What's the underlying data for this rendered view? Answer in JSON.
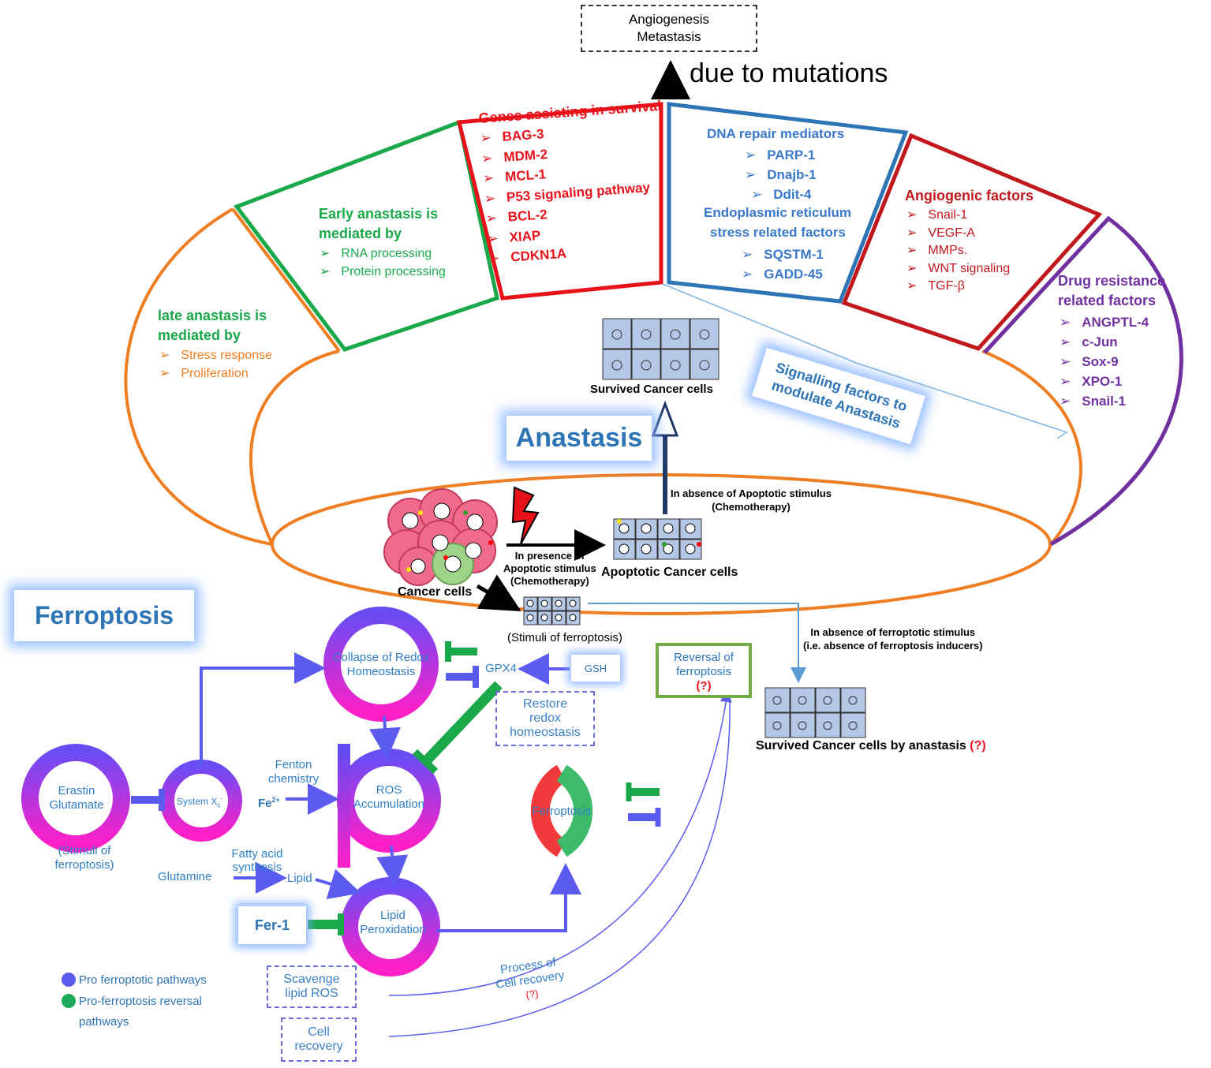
{
  "top_box": {
    "line1": "Angiogenesis",
    "line2": "Metastasis"
  },
  "due_to_mutations": "due to mutations",
  "panels": {
    "late": {
      "heading1": "late anastasis is",
      "heading2": "mediated by",
      "items": [
        "Stress response",
        "Proliferation"
      ],
      "heading_color": "#1aa84a",
      "item_color": "#ef7d22"
    },
    "early": {
      "heading1": "Early anastasis is",
      "heading2": "mediated by",
      "items": [
        "RNA processing",
        "Protein processing"
      ],
      "color": "#1aa84a"
    },
    "survival": {
      "heading": "Genes assisting in survival",
      "items": [
        "BAG-3",
        "MDM-2",
        "MCL-1",
        "P53 signaling pathway",
        "BCL-2",
        "XIAP",
        "CDKN1A"
      ],
      "color": "#e8131a"
    },
    "dna": {
      "heading": "DNA repair mediators",
      "items": [
        "PARP-1",
        "Dnajb-1",
        "Ddit-4"
      ],
      "heading2a": "Endoplasmic reticulum",
      "heading2b": "stress related factors",
      "items2": [
        "SQSTM-1",
        "GADD-45"
      ],
      "color": "#3a78c9"
    },
    "angio": {
      "heading": "Angiogenic factors",
      "items": [
        "Snail-1",
        "VEGF-A",
        "MMPs.",
        "WNT signaling",
        "TGF-β"
      ],
      "color": "#c0181c"
    },
    "drug": {
      "heading1": "Drug resistance",
      "heading2": "related factors",
      "items": [
        "ANGPTL-4",
        "c-Jun",
        "Sox-9",
        "XPO-1",
        "Snail-1"
      ],
      "color": "#7030a0"
    }
  },
  "survived_cells_label": "Survived Cancer cells",
  "signalling_label": {
    "line1": "Signalling factors to",
    "line2": "modulate Anastasis"
  },
  "anastasis_label": "Anastasis",
  "absence_apoptotic": {
    "line1": "In absence of Apoptotic stimulus",
    "line2": "(Chemotherapy)"
  },
  "presence_apoptotic": {
    "line1": "In presence of",
    "line2": "Apoptotic stimulus",
    "line3": "(Chemotherapy)"
  },
  "apoptotic_cells_label": "Apoptotic Cancer cells",
  "cancer_cells_label": "Cancer cells",
  "stimuli_ferroptosis_label": "(Stimuli of ferroptosis)",
  "absence_ferroptotic": {
    "line1": "In absence of ferroptotic stimulus",
    "line2": "(i.e. absence of ferroptosis inducers)"
  },
  "survived_by_anastasis": {
    "text": "Survived Cancer cells by anastasis",
    "mark": "(?)"
  },
  "ferroptosis_title": "Ferroptosis",
  "nodes": {
    "collapse": {
      "line1": "Collapse of Redox",
      "line2": "Homeostasis"
    },
    "gpx4": "GPX4",
    "gsh": "GSH",
    "restore": {
      "line1": "Restore",
      "line2": "redox",
      "line3": "homeostasis"
    },
    "reversal": {
      "line1": "Reversal of",
      "line2": "ferroptosis",
      "mark": "(?)"
    },
    "erastin": {
      "line1": "Erastin",
      "line2": "Glutamate"
    },
    "stimuli": {
      "line1": "(Stimuli of",
      "line2": "ferroptosis)"
    },
    "system": "System X",
    "system_sub": "c",
    "system_sup": "-",
    "fenton": {
      "line1": "Fenton",
      "line2": "chemistry"
    },
    "fe": "Fe",
    "fe_sup": "2+",
    "ros": {
      "line1": "ROS",
      "line2": "Accumulation"
    },
    "ferroptosis_ring": "Ferroptosis",
    "glutamine": "Glutamine",
    "fatty": {
      "line1": "Fatty acid",
      "line2": "synthesis"
    },
    "lipid": "Lipid",
    "lipid_perox": {
      "line1": "Lipid",
      "line2": "Peroxidation"
    },
    "fer1": "Fer-1",
    "scavenge": {
      "line1": "Scavenge",
      "line2": "lipid ROS"
    },
    "cell_recovery": {
      "line1": "Cell",
      "line2": "recovery"
    },
    "process": {
      "line1": "Process of",
      "line2": "Cell recovery",
      "mark": "(?)"
    }
  },
  "legend": {
    "pro": "Pro ferroptotic pathways",
    "reversal1": "Pro-ferroptosis reversal",
    "reversal2": "pathways",
    "pro_color": "#5b5bf0",
    "reversal_color": "#1faa5a"
  },
  "colors": {
    "orange": "#ef7d22",
    "green": "#1aa84a",
    "red": "#e8131a",
    "blue": "#2e75b6",
    "darkred": "#c0181c",
    "purple": "#7030a0",
    "pro_arrow": "#5b5bf0",
    "inhibit_green": "#1aa84a"
  }
}
